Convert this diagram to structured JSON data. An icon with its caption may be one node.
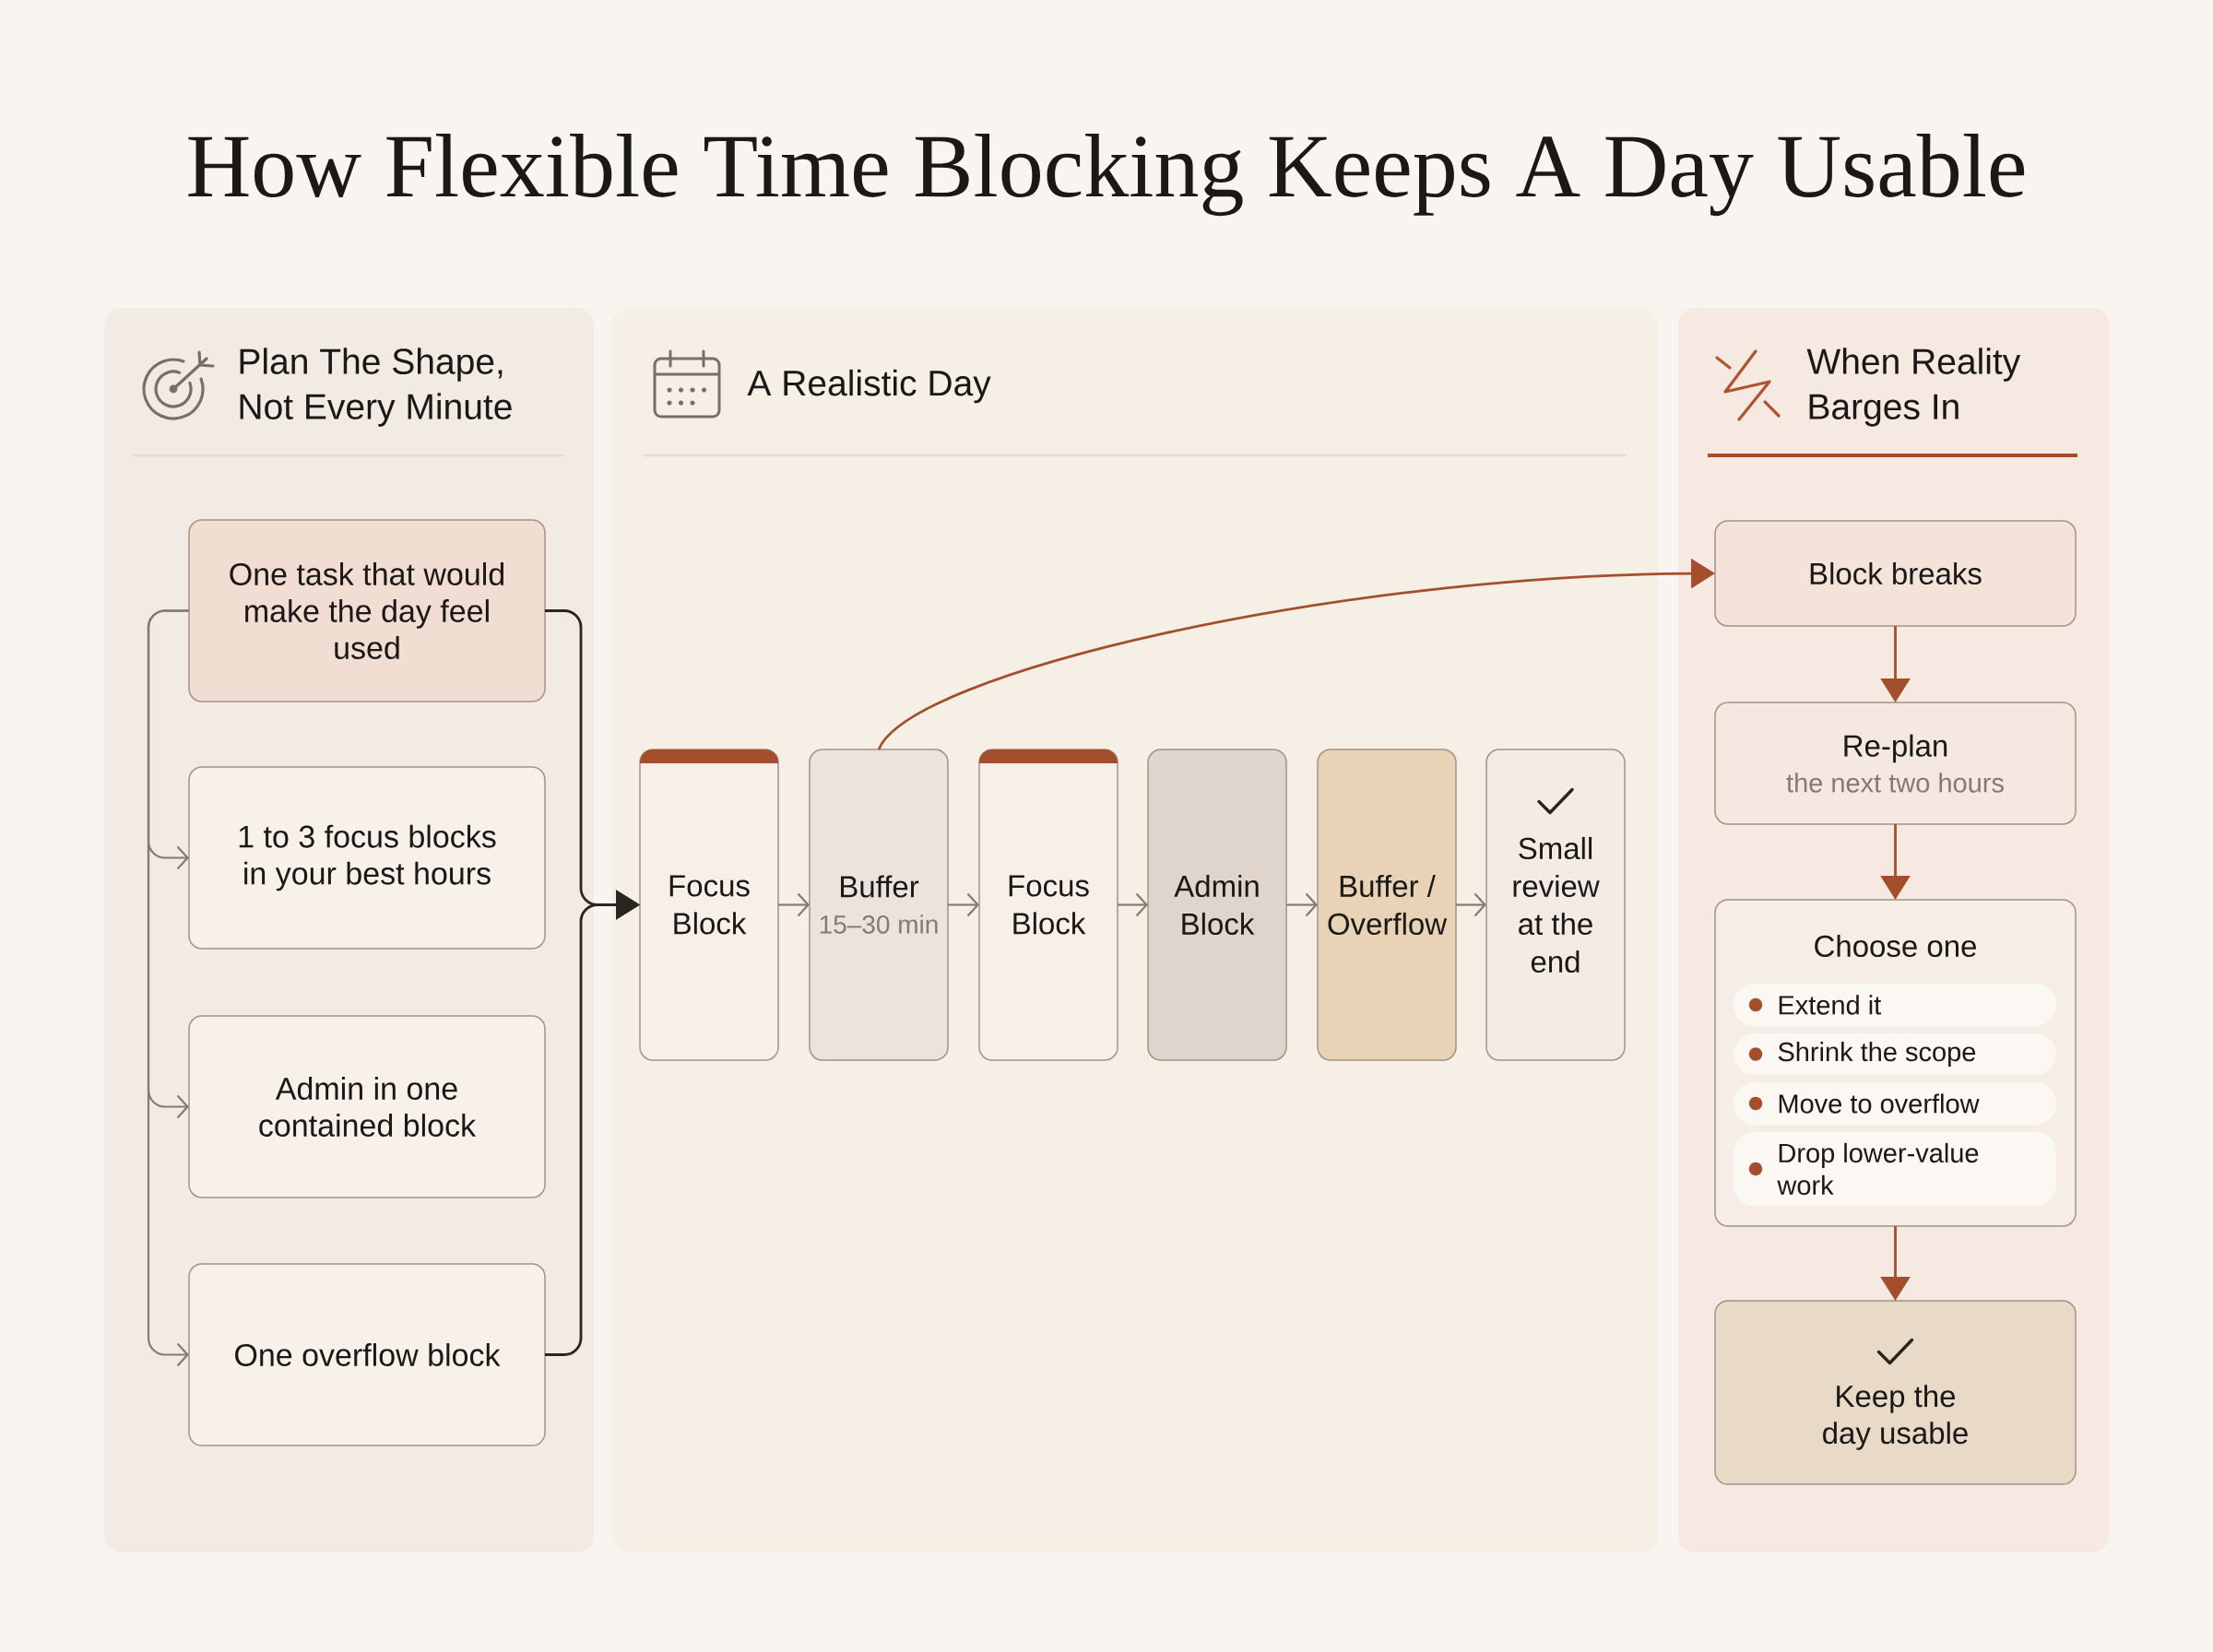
{
  "diagram": {
    "title": "How Flexible Time Blocking Keeps A Day Usable",
    "nodes": [
      {
        "text": [
          "Plan The Shape, Not Every Minute"
        ]
      },
      {
        "text": [
          "One task that would make the day feel used"
        ],
        "in": 0
      },
      {
        "text": [
          "1 to 3 focus blocks in your best hours"
        ],
        "in": 0
      },
      {
        "text": [
          "Admin in one contained block"
        ],
        "in": 0
      },
      {
        "text": [
          "One overflow block"
        ],
        "in": 0
      },
      {
        "text": [
          "A Realistic Day"
        ]
      },
      {
        "text": [
          "Focus Block"
        ],
        "in": 5
      },
      {
        "text": [
          "Buffer",
          "15–30 min"
        ],
        "in": 5
      },
      {
        "text": [
          "Focus Block"
        ],
        "in": 5
      },
      {
        "text": [
          "Admin Block"
        ],
        "in": 5
      },
      {
        "text": [
          "Buffer / Overflow"
        ],
        "in": 5
      },
      {
        "text": [
          "Small review at the end"
        ],
        "in": 5
      },
      {
        "text": [
          "When Reality Barges In"
        ]
      },
      {
        "text": [
          "Block breaks"
        ],
        "in": 12
      },
      {
        "text": [
          "Re-plan",
          "the next two hours"
        ],
        "in": 12
      },
      {
        "text": [
          "Choose one"
        ],
        "in": 12
      },
      {
        "text": [
          "Extend it"
        ],
        "in": 15
      },
      {
        "text": [
          "Shrink the scope"
        ],
        "in": 15
      },
      {
        "text": [
          "Move to overflow"
        ],
        "in": 15
      },
      {
        "text": [
          "Drop lower-value work"
        ],
        "in": 15
      },
      {
        "text": [
          "Keep the day usable"
        ],
        "in": 12
      }
    ],
    "edges": [
      {
        "from": 1,
        "to": 2,
        "arrow": "to"
      },
      {
        "from": 1,
        "to": 3,
        "arrow": "to"
      },
      {
        "from": 1,
        "to": 4,
        "arrow": "to"
      },
      {
        "from": 1,
        "to": 6,
        "arrow": "to",
        "color": "#2b2521"
      },
      {
        "from": 4,
        "to": 6,
        "arrow": "to",
        "color": "#2b2521"
      },
      {
        "from": 6,
        "to": 7,
        "arrow": "to"
      },
      {
        "from": 7,
        "to": 8,
        "arrow": "to"
      },
      {
        "from": 8,
        "to": 9,
        "arrow": "to"
      },
      {
        "from": 9,
        "to": 10,
        "arrow": "to"
      },
      {
        "from": 10,
        "to": 11,
        "arrow": "to"
      },
      {
        "from": 7,
        "to": 13,
        "arrow": "to",
        "color": "#a34e2c"
      },
      {
        "from": 13,
        "to": 14,
        "arrow": "to",
        "color": "#a34e2c"
      },
      {
        "from": 14,
        "to": 15,
        "arrow": "to",
        "color": "#a34e2c"
      },
      {
        "from": 15,
        "to": 20,
        "arrow": "to",
        "color": "#a34e2c"
      }
    ]
  }
}
